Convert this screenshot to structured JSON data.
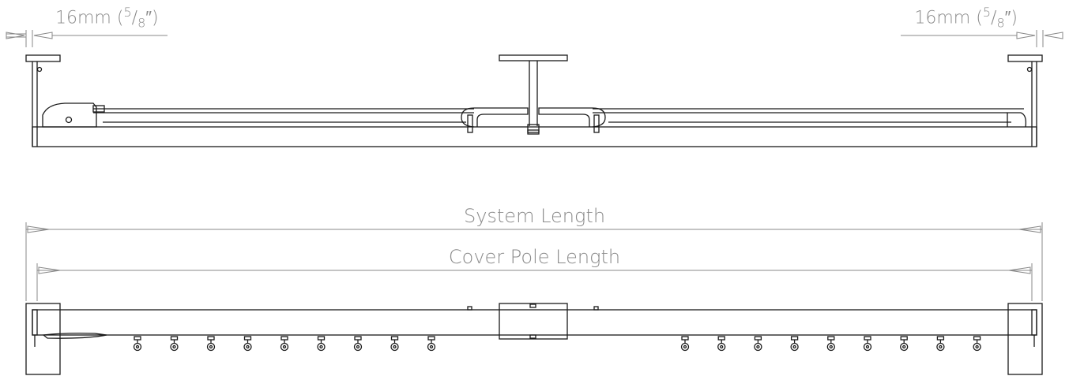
{
  "dimensions": {
    "left_offset": {
      "mm": "16mm",
      "open": "(",
      "num": "5",
      "slash": "/",
      "den": "8",
      "close": "″)"
    },
    "right_offset": {
      "mm": "16mm",
      "open": "(",
      "num": "5",
      "slash": "/",
      "den": "8",
      "close": "″)"
    },
    "system_length": "System Length",
    "cover_pole_length": "Cover Pole Length"
  },
  "colors": {
    "line": "#1a1a1a",
    "dimension": "#8a8a8a",
    "background": "#ffffff"
  },
  "glider_count_left": 9,
  "glider_count_right": 9
}
